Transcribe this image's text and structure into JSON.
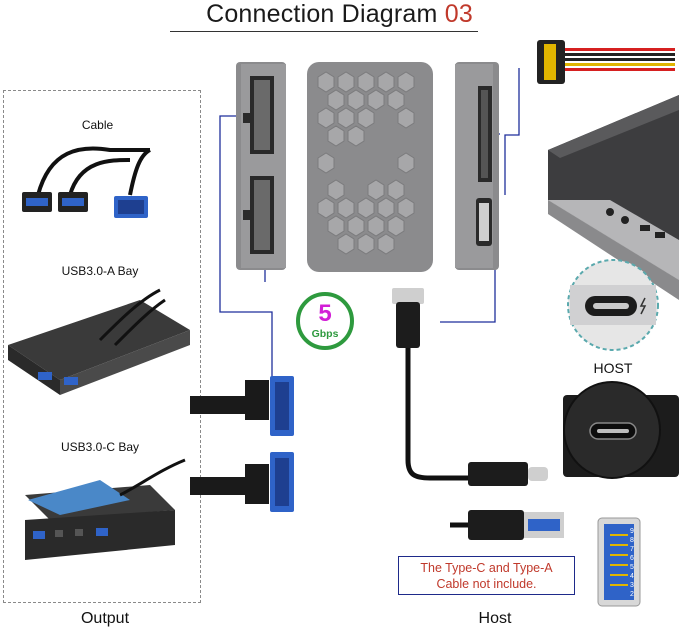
{
  "title": {
    "text": "Connection Diagram",
    "number": "03"
  },
  "left_panel": {
    "cable_label": "Cable",
    "bay_a_label": "USB3.0-A Bay",
    "bay_c_label": "USB3.0-C Bay"
  },
  "speed_badge": {
    "value": "5",
    "unit": "Gbps"
  },
  "host_right_label": "HOST",
  "note": {
    "line1": "The Type-C and Type-A",
    "line2": "Cable not include."
  },
  "bottom": {
    "output": "Output",
    "host": "Host"
  },
  "usb_pins": [
    "1",
    "2",
    "3",
    "4",
    "5",
    "6",
    "7",
    "8",
    "9"
  ],
  "colors": {
    "device_gray": "#8b8b8d",
    "connector_blue": "#2f63c8",
    "wire_blue": "#1f2f9c",
    "accent_red": "#c0392b",
    "speed_green": "#2e9a3e",
    "speed_magenta": "#d21fd6"
  }
}
